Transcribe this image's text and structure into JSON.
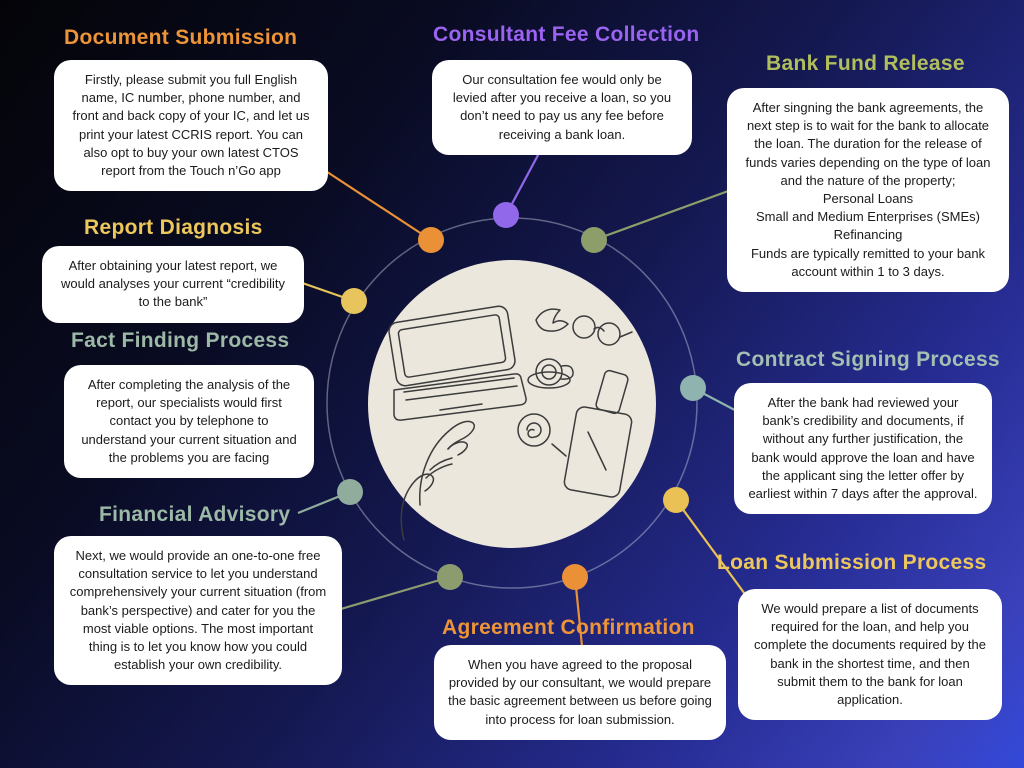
{
  "steps": [
    {
      "id": "document-submission",
      "title": "Document Submission",
      "color": "#ED9438",
      "body": "Firstly, please submit you full English name, IC number, phone number, and front and back copy of your IC, and let us print your latest CCRIS report. You can also opt to buy your own latest CTOS report from the Touch n’Go app"
    },
    {
      "id": "consultant-fee-collection",
      "title": "Consultant Fee Collection",
      "color": "#9A63F0",
      "body": "Our consultation fee would only be levied after you receive a loan, so you don’t need to pay us any fee before receiving a bank loan."
    },
    {
      "id": "bank-fund-release",
      "title": "Bank Fund Release",
      "color": "#B1BE5C",
      "body": "After singning the bank agreements, the next step is to wait for the bank to allocate the loan. The duration for the release of funds varies depending on the type of loan and the nature of the property;\nPersonal Loans\nSmall and Medium Enterprises (SMEs)\nRefinancing\nFunds are typically remitted to your bank account within 1 to 3 days."
    },
    {
      "id": "report-diagnosis",
      "title": "Report Diagnosis",
      "color": "#EDC75B",
      "body": "After obtaining your latest report, we would analyses your current “credibility to the bank”"
    },
    {
      "id": "fact-finding-process",
      "title": "Fact Finding Process",
      "color": "#9CB8A6",
      "body": "After completing the analysis of the report, our specialists would first contact you by telephone to understand your current situation and the problems you are facing"
    },
    {
      "id": "contract-signing-process",
      "title": "Contract Signing Process",
      "color": "#A3BFB1",
      "body": "After the bank had reviewed your bank’s credibility and documents, if without any further justification, the bank would approve the loan and have the applicant sing the letter offer by earliest within 7 days after the approval."
    },
    {
      "id": "financial-advisory",
      "title": "Financial Advisory",
      "color": "#9CB8A6",
      "body": "Next, we would provide an one-to-one free consultation service to let you understand comprehensively your current situation (from bank’s perspective) and cater for you the most viable options. The most important thing is to let you know how you could establish your own credibility."
    },
    {
      "id": "loan-submission-process",
      "title": "Loan Submission Process",
      "color": "#EDC75B",
      "body": "We would prepare a list of documents required for the loan, and help you complete the documents required by the bank in the shortest time, and then submit them to the bank for loan application."
    },
    {
      "id": "agreement-confirmation",
      "title": "Agreement Confirmation",
      "color": "#ED9438",
      "body": "When you have agreed to the proposal provided by our consultant, we would prepare the basic agreement between us before going into process for loan submission."
    }
  ],
  "diagram": {
    "circle_fill": "#EBE7DD",
    "ring_color": "#C6C9DE",
    "ink_color": "#3C3C3C",
    "nodes": [
      {
        "id": "node-document-submission",
        "color": "#EA9138"
      },
      {
        "id": "node-consultant-fee",
        "color": "#9168EA"
      },
      {
        "id": "node-bank-fund-release",
        "color": "#8E9E6B"
      },
      {
        "id": "node-report-diagnosis",
        "color": "#E7C45C"
      },
      {
        "id": "node-fact-finding",
        "color": "#90AC9D"
      },
      {
        "id": "node-contract-signing",
        "color": "#8FB3AE"
      },
      {
        "id": "node-financial-advisory",
        "color": "#8D9C6F"
      },
      {
        "id": "node-loan-submission",
        "color": "#E9C154"
      },
      {
        "id": "node-agreement-confirmation",
        "color": "#EA9138"
      }
    ]
  }
}
